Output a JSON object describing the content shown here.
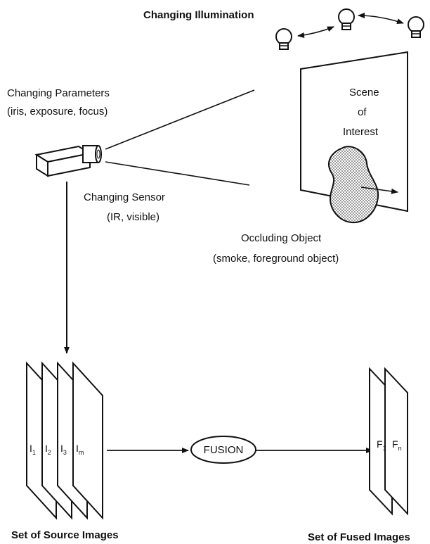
{
  "labels": {
    "changing_illumination": "Changing Illumination",
    "changing_parameters": "Changing Parameters",
    "parameters_detail": "(iris, exposure, focus)",
    "scene_line1": "Scene",
    "scene_line2": "of",
    "scene_line3": "Interest",
    "changing_sensor": "Changing Sensor",
    "sensor_detail": "(IR, visible)",
    "occluding_object": "Occluding Object",
    "occluding_detail": "(smoke, foreground object)",
    "fusion": "FUSION",
    "source_images_caption": "Set of Source Images",
    "fused_images_caption": "Set of Fused Images"
  },
  "source_images": [
    {
      "letter": "I",
      "sub": "1"
    },
    {
      "letter": "I",
      "sub": "2"
    },
    {
      "letter": "I",
      "sub": "3"
    },
    {
      "letter": "I",
      "sub": "m"
    }
  ],
  "fused_images": [
    {
      "letter": "F",
      "sub": "1"
    },
    {
      "letter": "F",
      "sub": "n"
    }
  ]
}
